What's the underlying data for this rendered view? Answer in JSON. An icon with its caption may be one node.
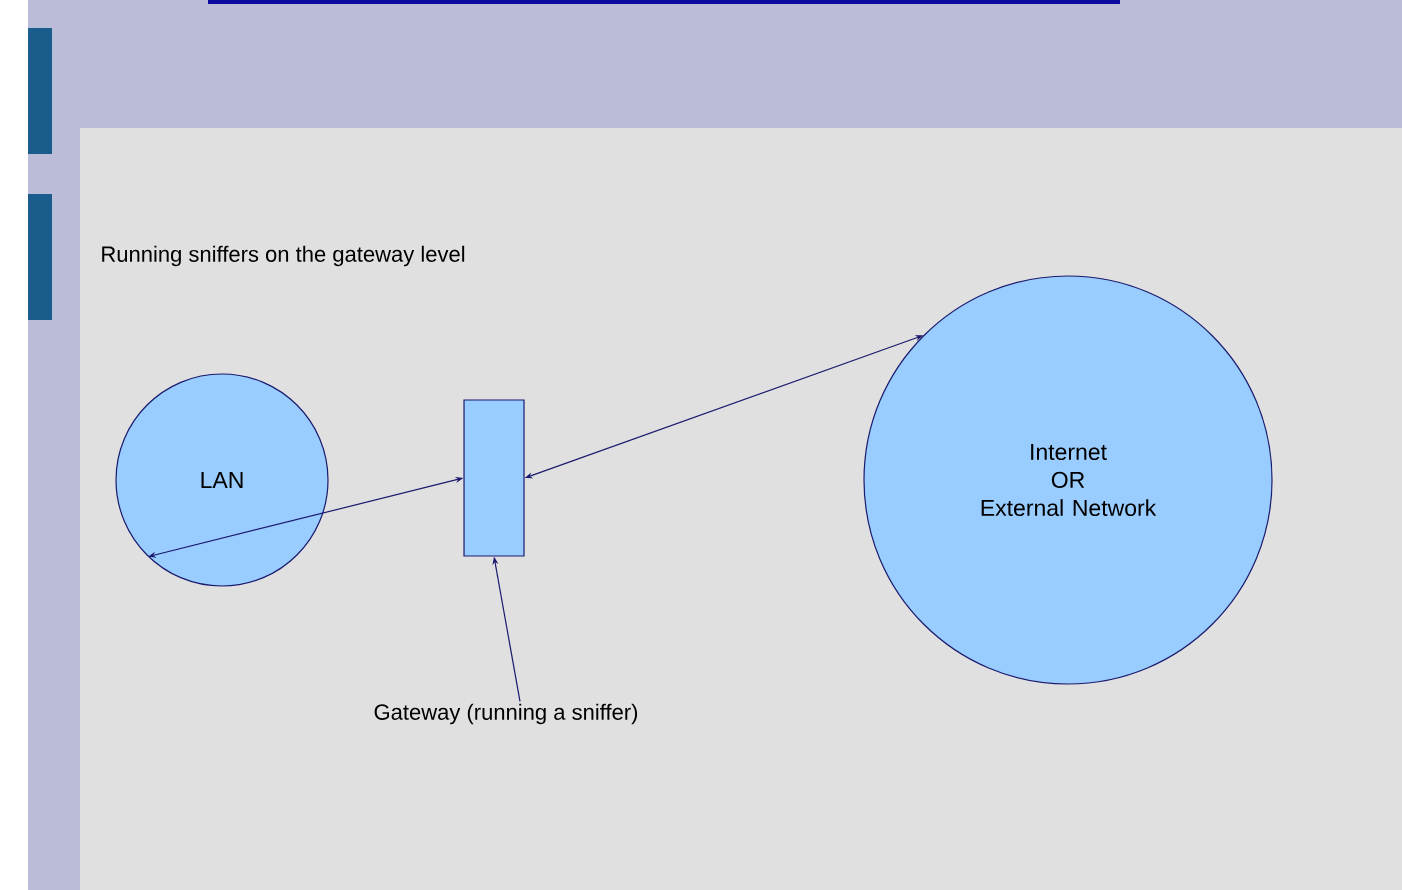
{
  "diagram": {
    "nodes": [
      {
        "text": [
          "LAN"
        ]
      },
      {
        "text": [],
        "shape": "box"
      },
      {
        "text": [
          "Internet OR External Network"
        ]
      },
      {
        "text": [
          "Gateway (running a sniffer)"
        ]
      }
    ],
    "edges": [
      {
        "from": 0,
        "to": 1,
        "arrow": "both"
      },
      {
        "from": 1,
        "to": 2,
        "arrow": "both"
      },
      {
        "from": 3,
        "to": 1,
        "arrow": "to"
      }
    ],
    "labels": [
      "Running sniffers on the gateway level"
    ]
  }
}
